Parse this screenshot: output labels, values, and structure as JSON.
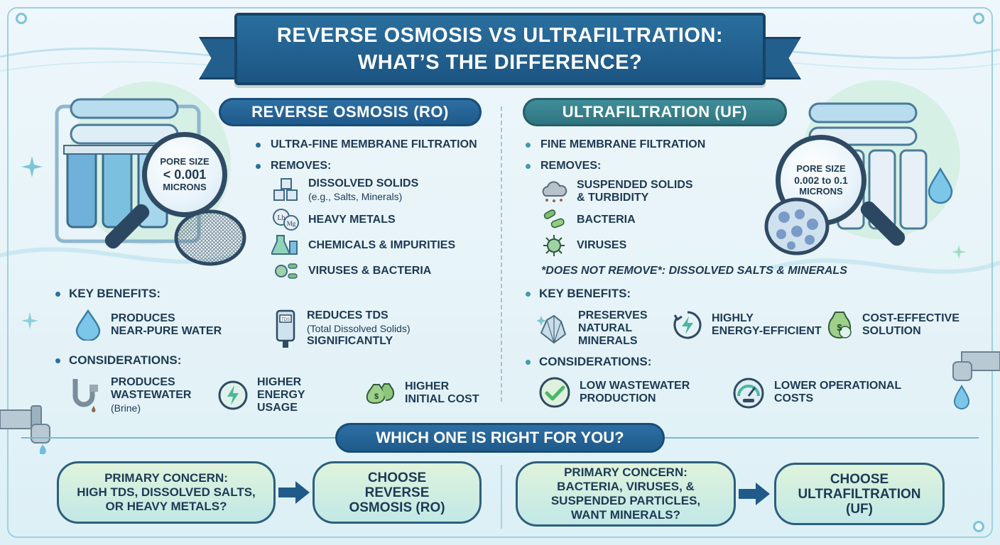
{
  "title": {
    "line1": "REVERSE OSMOSIS VS ULTRAFILTRATION:",
    "line2": "WHAT’S THE DIFFERENCE?"
  },
  "ro": {
    "header": "REVERSE OSMOSIS (RO)",
    "pore": {
      "label": "PORE SIZE",
      "value": "< 0.001",
      "unit": "MICRONS"
    },
    "bullet_filtration": "ULTRA-FINE MEMBRANE FILTRATION",
    "bullet_removes": "REMOVES:",
    "removes": [
      {
        "label": "DISSOLVED SOLIDS",
        "sub": "(e.g., Salts, Minerals)"
      },
      {
        "label": "HEAVY METALS"
      },
      {
        "label": "CHEMICALS & IMPURITIES"
      },
      {
        "label": "VIRUSES & BACTERIA"
      }
    ],
    "metal_symbols": [
      "Lb",
      "Mg"
    ],
    "tds_meter_label": "TDS",
    "key_benefits_label": "KEY BENEFITS:",
    "benefits": [
      {
        "line1": "PRODUCES",
        "line2": "NEAR-PURE WATER"
      },
      {
        "line1": "REDUCES TDS",
        "line2": "(Total Dissolved Solids)",
        "line3": "SIGNIFICANTLY"
      }
    ],
    "considerations_label": "CONSIDERATIONS:",
    "considerations": [
      {
        "line1": "PRODUCES",
        "line2": "WASTEWATER",
        "line3": "(Brine)"
      },
      {
        "line1": "HIGHER",
        "line2": "ENERGY",
        "line3": "USAGE"
      },
      {
        "line1": "HIGHER",
        "line2": "INITIAL COST"
      }
    ]
  },
  "uf": {
    "header": "ULTRAFILTRATION (UF)",
    "pore": {
      "label": "PORE SIZE",
      "value": "0.002 to 0.1",
      "unit": "MICRONS"
    },
    "bullet_filtration": "FINE MEMBRANE FILTRATION",
    "bullet_removes": "REMOVES:",
    "removes": [
      {
        "line1": "SUSPENDED SOLIDS",
        "line2": "& TURBIDITY"
      },
      {
        "line1": "BACTERIA"
      },
      {
        "line1": "VIRUSES"
      }
    ],
    "does_not_remove": "*DOES NOT REMOVE*: DISSOLVED SALTS & MINERALS",
    "key_benefits_label": "KEY BENEFITS:",
    "benefits": [
      {
        "line1": "PRESERVES",
        "line2": "NATURAL",
        "line3": "MINERALS"
      },
      {
        "line1": "HIGHLY",
        "line2": "ENERGY-EFFICIENT"
      },
      {
        "line1": "COST-EFFECTIVE",
        "line2": "SOLUTION"
      }
    ],
    "considerations_label": "CONSIDERATIONS:",
    "considerations": [
      {
        "line1": "LOW WASTEWATER",
        "line2": "PRODUCTION"
      },
      {
        "line1": "LOWER OPERATIONAL",
        "line2": "COSTS"
      }
    ]
  },
  "decision": {
    "heading": "WHICH ONE IS RIGHT FOR YOU?",
    "ro_question": {
      "line1": "PRIMARY CONCERN:",
      "line2": "HIGH TDS, DISSOLVED SALTS,",
      "line3": "OR HEAVY METALS?"
    },
    "ro_answer": {
      "line1": "CHOOSE",
      "line2": "REVERSE",
      "line3": "OSMOSIS (RO)"
    },
    "uf_question": {
      "line1": "PRIMARY CONCERN:",
      "line2": "BACTERIA, VIRUSES, &",
      "line3": "SUSPENDED PARTICLES,",
      "line4": "WANT MINERALS?"
    },
    "uf_answer": {
      "line1": "CHOOSE",
      "line2": "ULTRAFILTRATION",
      "line3": "(UF)"
    }
  },
  "colors": {
    "ro_accent": "#2a6f9e",
    "uf_accent": "#3f8e9a",
    "box_fill": "#c8eae0",
    "text": "#1d3a55"
  }
}
